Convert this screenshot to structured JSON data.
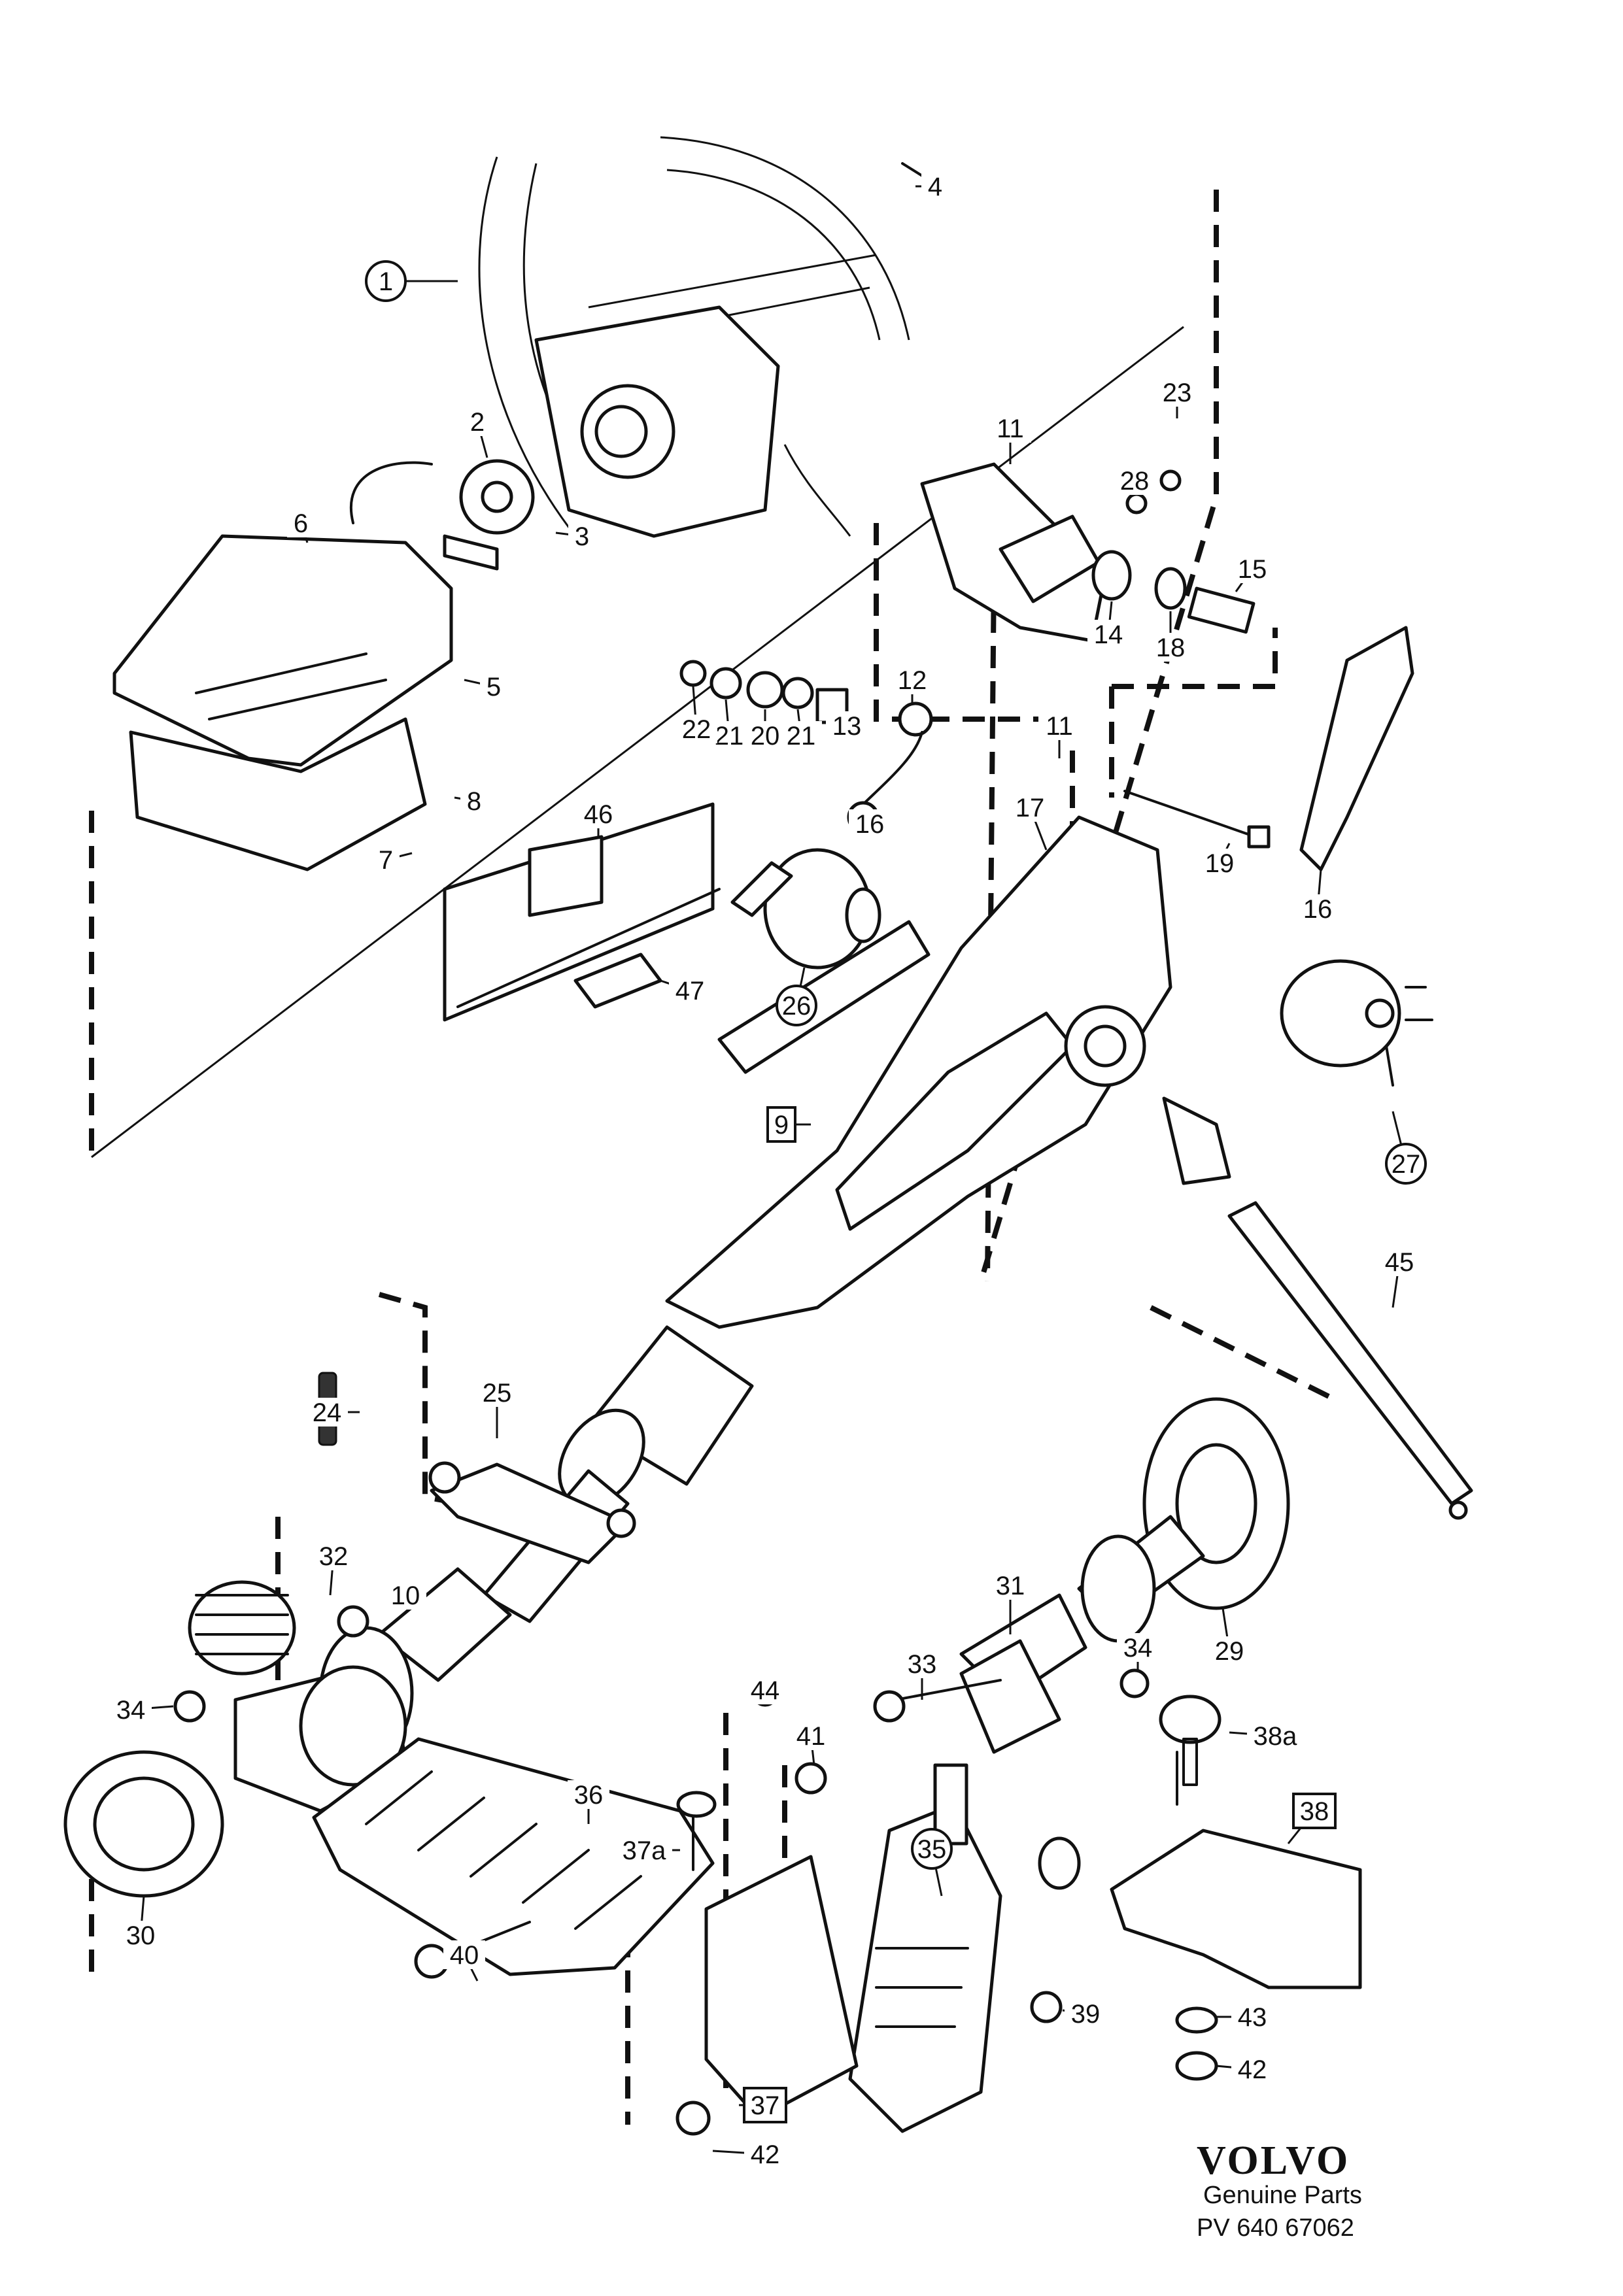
{
  "diagram": {
    "callouts": [
      {
        "id": "c1",
        "text": "1",
        "style": "circle"
      },
      {
        "id": "c2",
        "text": "2",
        "style": "plain"
      },
      {
        "id": "c3",
        "text": "3",
        "style": "plain"
      },
      {
        "id": "c4",
        "text": "4",
        "style": "plain"
      },
      {
        "id": "c5",
        "text": "5",
        "style": "plain"
      },
      {
        "id": "c6",
        "text": "6",
        "style": "plain"
      },
      {
        "id": "c7",
        "text": "7",
        "style": "plain"
      },
      {
        "id": "c8",
        "text": "8",
        "style": "plain"
      },
      {
        "id": "c9",
        "text": "9",
        "style": "box"
      },
      {
        "id": "c10",
        "text": "10",
        "style": "plain"
      },
      {
        "id": "c11a",
        "text": "11",
        "style": "plain"
      },
      {
        "id": "c11b",
        "text": "11",
        "style": "plain"
      },
      {
        "id": "c12",
        "text": "12",
        "style": "plain"
      },
      {
        "id": "c13",
        "text": "13",
        "style": "plain"
      },
      {
        "id": "c14",
        "text": "14",
        "style": "plain"
      },
      {
        "id": "c15",
        "text": "15",
        "style": "plain"
      },
      {
        "id": "c16a",
        "text": "16",
        "style": "plain"
      },
      {
        "id": "c16b",
        "text": "16",
        "style": "plain"
      },
      {
        "id": "c17",
        "text": "17",
        "style": "plain"
      },
      {
        "id": "c18",
        "text": "18",
        "style": "plain"
      },
      {
        "id": "c19",
        "text": "19",
        "style": "plain"
      },
      {
        "id": "c20",
        "text": "20",
        "style": "plain"
      },
      {
        "id": "c21a",
        "text": "21",
        "style": "plain"
      },
      {
        "id": "c21b",
        "text": "21",
        "style": "plain"
      },
      {
        "id": "c22",
        "text": "22",
        "style": "plain"
      },
      {
        "id": "c23",
        "text": "23",
        "style": "plain"
      },
      {
        "id": "c24",
        "text": "24",
        "style": "plain"
      },
      {
        "id": "c25",
        "text": "25",
        "style": "plain"
      },
      {
        "id": "c26",
        "text": "26",
        "style": "circle"
      },
      {
        "id": "c27",
        "text": "27",
        "style": "circle"
      },
      {
        "id": "c28",
        "text": "28",
        "style": "plain"
      },
      {
        "id": "c29",
        "text": "29",
        "style": "plain"
      },
      {
        "id": "c30",
        "text": "30",
        "style": "plain"
      },
      {
        "id": "c31",
        "text": "31",
        "style": "plain"
      },
      {
        "id": "c32",
        "text": "32",
        "style": "plain"
      },
      {
        "id": "c33",
        "text": "33",
        "style": "plain"
      },
      {
        "id": "c34a",
        "text": "34",
        "style": "plain"
      },
      {
        "id": "c34b",
        "text": "34",
        "style": "plain"
      },
      {
        "id": "c35",
        "text": "35",
        "style": "circle"
      },
      {
        "id": "c36",
        "text": "36",
        "style": "plain"
      },
      {
        "id": "c37",
        "text": "37",
        "style": "box"
      },
      {
        "id": "c37a",
        "text": "37a",
        "style": "plain"
      },
      {
        "id": "c38",
        "text": "38",
        "style": "box"
      },
      {
        "id": "c38a",
        "text": "38a",
        "style": "plain"
      },
      {
        "id": "c39",
        "text": "39",
        "style": "plain"
      },
      {
        "id": "c40",
        "text": "40",
        "style": "plain"
      },
      {
        "id": "c41",
        "text": "41",
        "style": "plain"
      },
      {
        "id": "c42a",
        "text": "42",
        "style": "plain"
      },
      {
        "id": "c42b",
        "text": "42",
        "style": "plain"
      },
      {
        "id": "c43",
        "text": "43",
        "style": "plain"
      },
      {
        "id": "c44",
        "text": "44",
        "style": "plain"
      },
      {
        "id": "c45",
        "text": "45",
        "style": "plain"
      },
      {
        "id": "c46",
        "text": "46",
        "style": "plain"
      },
      {
        "id": "c47",
        "text": "47",
        "style": "plain"
      }
    ]
  },
  "brand": {
    "logo": "VOLVO",
    "tagline": "Genuine Parts",
    "code": "PV 640 67062"
  }
}
